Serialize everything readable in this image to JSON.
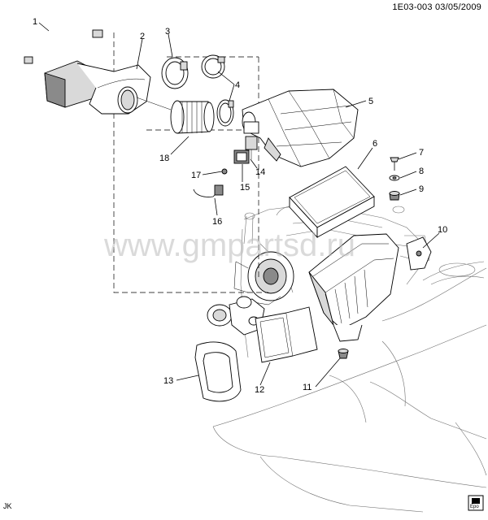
{
  "header": {
    "code": "1E03-003",
    "date": "03/05/2009"
  },
  "watermark": "www.gmpartsd.ru",
  "footer": {
    "left_tag": "JK",
    "right_tag": "Epo"
  },
  "callouts": [
    "1",
    "2",
    "3",
    "4",
    "5",
    "6",
    "7",
    "8",
    "9",
    "10",
    "11",
    "12",
    "13",
    "14",
    "15",
    "16",
    "17",
    "18"
  ]
}
